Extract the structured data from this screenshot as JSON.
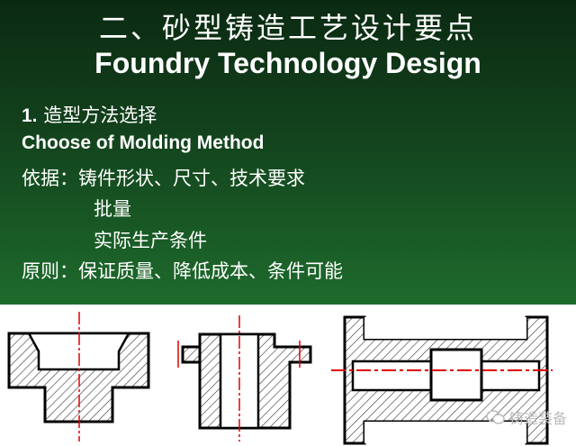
{
  "slide": {
    "title_cn": "二、砂型铸造工艺设计要点",
    "title_en": "Foundry Technology Design",
    "section_number": "1.",
    "section_cn": " 造型方法选择",
    "section_en": "Choose of Molding Method",
    "basis": "依据：铸件形状、尺寸、技术要求",
    "basis_batch": "批量",
    "basis_conditions": "实际生产条件",
    "principle": "原则：保证质量、降低成本、条件可能"
  },
  "watermark": {
    "text": "铸造装备"
  },
  "colors": {
    "slide_bg": "#12401c",
    "text": "#ffffff",
    "drawing_line": "#000000",
    "center_line": "#e00000",
    "hatch": "#333333"
  }
}
